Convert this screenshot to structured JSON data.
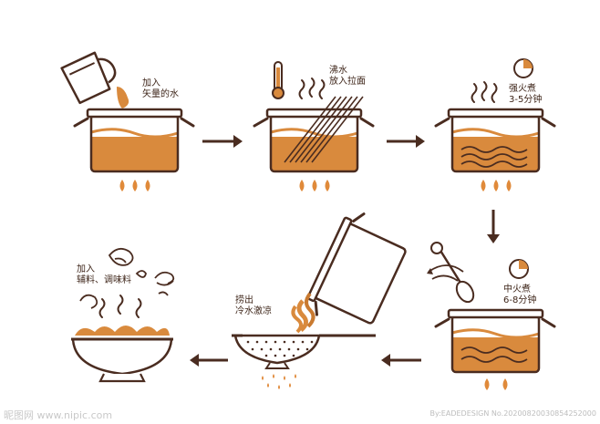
{
  "steps": {
    "s1": {
      "line1": "加入",
      "line2": "矢量的水"
    },
    "s2": {
      "line1": "沸水",
      "line2": "放入拉面"
    },
    "s3": {
      "line1": "强火煮",
      "line2": "3-5分钟"
    },
    "s4": {
      "line1": "中火煮",
      "line2": "6-8分钟"
    },
    "s5": {
      "line1": "捞出",
      "line2": "冷水激凉"
    },
    "s6": {
      "line1": "加入",
      "line2": "辅料、调味料"
    }
  },
  "watermark": {
    "left": "昵图网 www.nipic.com",
    "right": "By:EADEDESIGN No.20200820030854252000"
  },
  "colors": {
    "outline": "#4a2c20",
    "liquid": "#d98a3d",
    "flame": "#e08a3a",
    "background": "#ffffff"
  }
}
